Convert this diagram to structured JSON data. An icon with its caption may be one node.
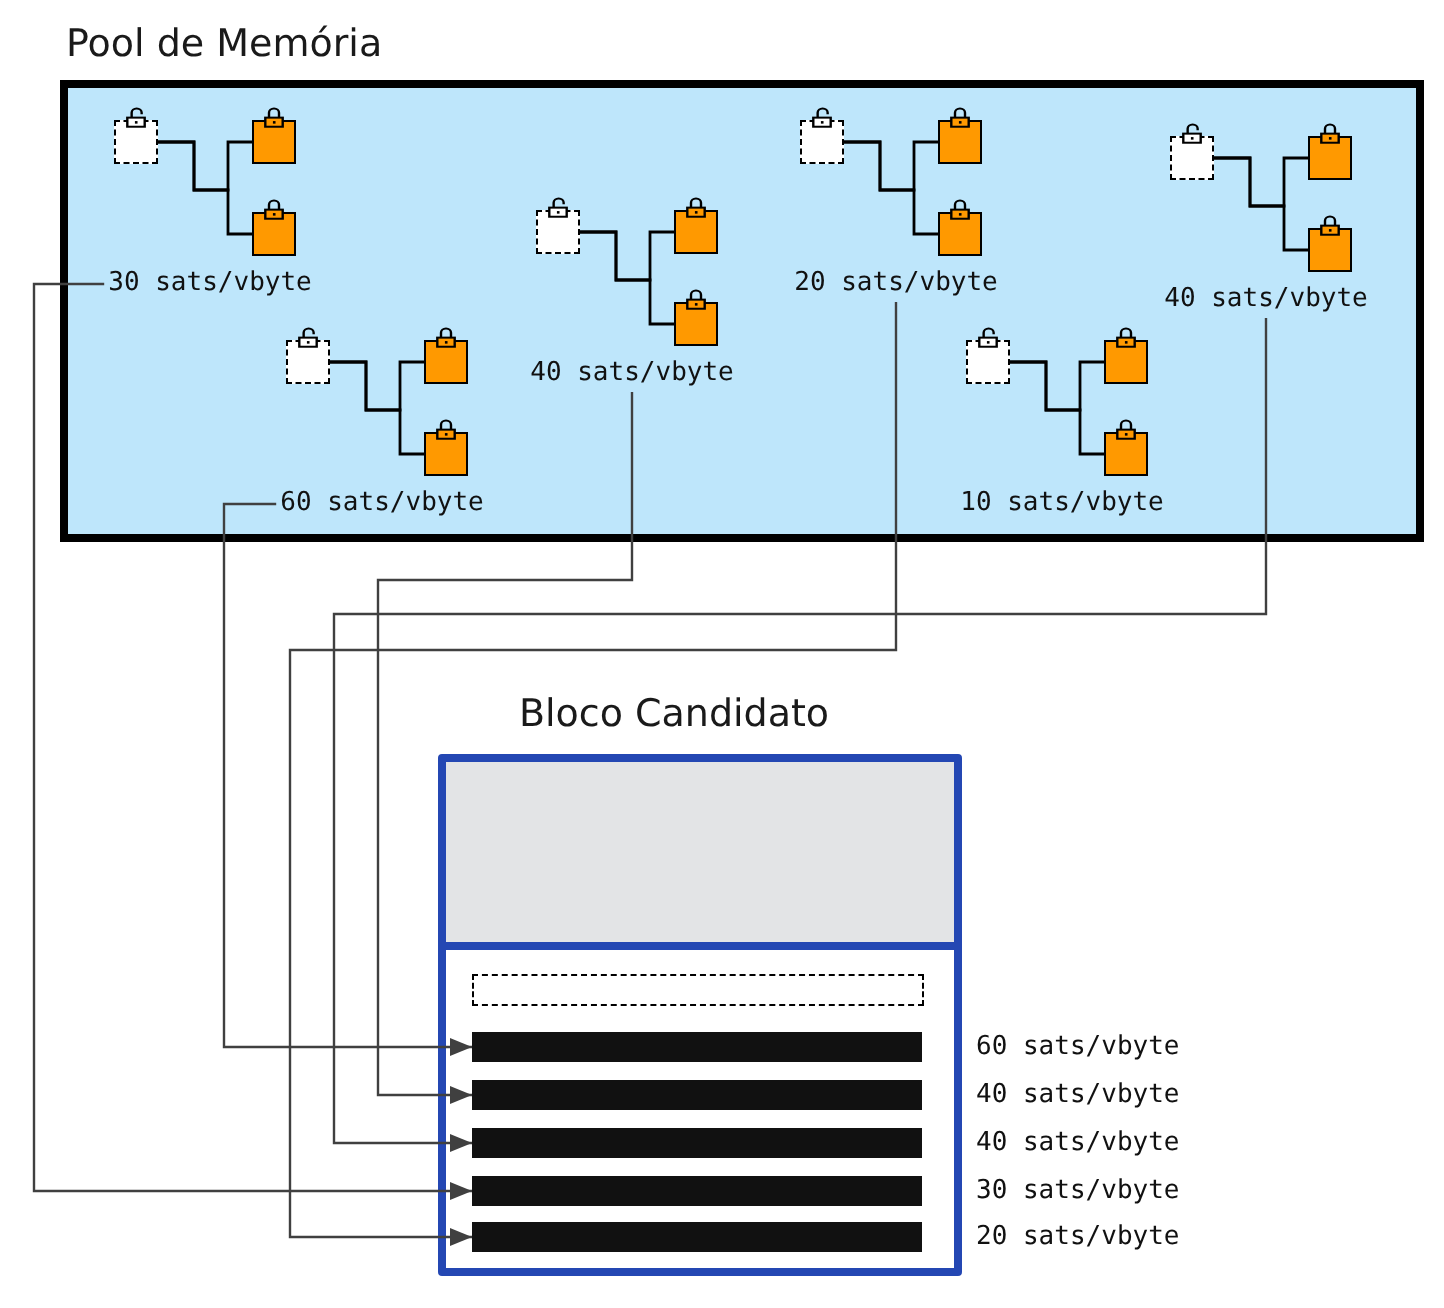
{
  "diagram": {
    "nodes": [
      {
        "text": [
          "Pool de Memória"
        ]
      },
      {
        "text": [],
        "shape": "box",
        "in": 0
      },
      {
        "text": [],
        "shape": "box",
        "in": 0
      },
      {
        "text": [],
        "shape": "box",
        "in": 0
      },
      {
        "text": [
          "30 sats/vbyte"
        ],
        "in": 0
      },
      {
        "text": [],
        "shape": "box",
        "in": 0
      },
      {
        "text": [],
        "shape": "box",
        "in": 0
      },
      {
        "text": [],
        "shape": "box",
        "in": 0
      },
      {
        "text": [
          "20 sats/vbyte"
        ],
        "in": 0
      },
      {
        "text": [],
        "shape": "box",
        "in": 0
      },
      {
        "text": [],
        "shape": "box",
        "in": 0
      },
      {
        "text": [],
        "shape": "box",
        "in": 0
      },
      {
        "text": [
          "40 sats/vbyte"
        ],
        "in": 0
      },
      {
        "text": [],
        "shape": "box",
        "in": 0
      },
      {
        "text": [],
        "shape": "box",
        "in": 0
      },
      {
        "text": [],
        "shape": "box",
        "in": 0
      },
      {
        "text": [
          "40 sats/vbyte"
        ],
        "in": 0
      },
      {
        "text": [],
        "shape": "box",
        "in": 0
      },
      {
        "text": [],
        "shape": "box",
        "in": 0
      },
      {
        "text": [],
        "shape": "box",
        "in": 0
      },
      {
        "text": [
          "60 sats/vbyte"
        ],
        "in": 0
      },
      {
        "text": [],
        "shape": "box",
        "in": 0
      },
      {
        "text": [],
        "shape": "box",
        "in": 0
      },
      {
        "text": [],
        "shape": "box",
        "in": 0
      },
      {
        "text": [
          "10 sats/vbyte"
        ],
        "in": 0
      },
      {
        "text": [
          "Bloco Candidato"
        ]
      },
      {
        "text": [],
        "shape": "box",
        "in": 25
      },
      {
        "text": [],
        "shape": "box",
        "in": 25
      },
      {
        "text": [],
        "shape": "bar",
        "in": 25,
        "beside": [
          "60 sats/vbyte"
        ]
      },
      {
        "text": [],
        "shape": "bar",
        "in": 25,
        "beside": [
          "40 sats/vbyte"
        ]
      },
      {
        "text": [],
        "shape": "bar",
        "in": 25,
        "beside": [
          "40 sats/vbyte"
        ]
      },
      {
        "text": [],
        "shape": "bar",
        "in": 25,
        "beside": [
          "30 sats/vbyte"
        ]
      },
      {
        "text": [],
        "shape": "bar",
        "in": 25,
        "beside": [
          "20 sats/vbyte"
        ]
      }
    ],
    "edges": [
      {
        "from": 1,
        "to": 2,
        "arrow": "none"
      },
      {
        "from": 1,
        "to": 3,
        "arrow": "none"
      },
      {
        "from": 5,
        "to": 6,
        "arrow": "none"
      },
      {
        "from": 5,
        "to": 7,
        "arrow": "none"
      },
      {
        "from": 9,
        "to": 10,
        "arrow": "none"
      },
      {
        "from": 9,
        "to": 11,
        "arrow": "none"
      },
      {
        "from": 13,
        "to": 14,
        "arrow": "none"
      },
      {
        "from": 13,
        "to": 15,
        "arrow": "none"
      },
      {
        "from": 17,
        "to": 18,
        "arrow": "none"
      },
      {
        "from": 17,
        "to": 19,
        "arrow": "none"
      },
      {
        "from": 21,
        "to": 22,
        "arrow": "none"
      },
      {
        "from": 21,
        "to": 23,
        "arrow": "none"
      },
      {
        "from": 20,
        "to": 28,
        "arrow": "to",
        "color": "#404040"
      },
      {
        "from": 16,
        "to": 29,
        "arrow": "to",
        "color": "#404040"
      },
      {
        "from": 12,
        "to": 30,
        "arrow": "to",
        "color": "#404040"
      },
      {
        "from": 4,
        "to": 31,
        "arrow": "to",
        "color": "#404040"
      },
      {
        "from": 8,
        "to": 32,
        "arrow": "to",
        "color": "#404040"
      }
    ]
  }
}
